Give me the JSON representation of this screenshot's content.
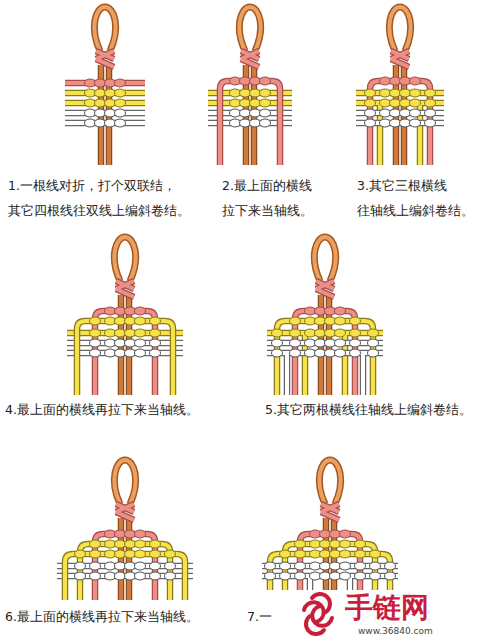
{
  "diagram": {
    "labels": [
      "1.一根线对折，打个双联结， 其它四根线往双线上编斜卷结。",
      "2.最上面的横线 拉下来当轴线。",
      "3.其它三根横线 往轴线上编斜卷结。",
      "4.最上面的横线再拉下来当轴线。",
      "5.其它两根横线往轴线上编斜卷结。",
      "6.最上面的横线再拉下来当轴线。",
      "7.一",
      "手链网",
      "www.36840.com"
    ]
  }
}
